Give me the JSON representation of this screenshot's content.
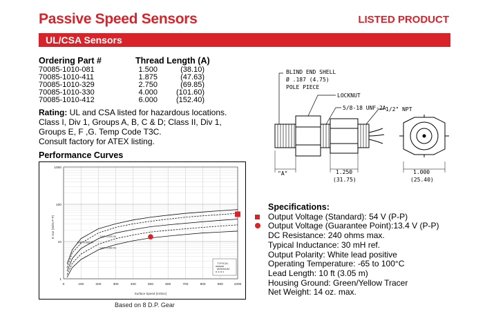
{
  "header": {
    "title": "Passive Speed Sensors",
    "listed": "LISTED PRODUCT"
  },
  "section_bar": "UL/CSA Sensors",
  "ordering": {
    "col_part": "Ordering Part #",
    "col_thread": "Thread Length (A)",
    "rows": [
      {
        "part": "70085-1010-081",
        "in": "1.500",
        "mm": "(38.10)"
      },
      {
        "part": "70085-1010-411",
        "in": "1.875",
        "mm": "(47.63)"
      },
      {
        "part": "70085-1010-329",
        "in": "2.750",
        "mm": "(69.85)"
      },
      {
        "part": "70085-1010-330",
        "in": "4.000",
        "mm": "(101.60)"
      },
      {
        "part": "70085-1010-412",
        "in": "6.000",
        "mm": "(152.40)"
      }
    ]
  },
  "rating": {
    "label": "Rating:",
    "line1": " UL and CSA listed for hazardous locations.",
    "line2": "Class I, Div 1, Groups A, B, C & D; Class II, Div 1,",
    "line3": "Groups E, F ,G. Temp Code T3C.",
    "line4": "Consult factory for ATEX listing."
  },
  "performance": {
    "title": "Performance Curves",
    "caption": "Based on 8 D.P. Gear"
  },
  "drawing": {
    "blind_end_1": "BLIND END SHELL",
    "blind_end_2": "Ø .187 (4.75)",
    "blind_end_3": "POLE PIECE",
    "locknut": "LOCKNUT",
    "thread": "5/8-18 UNF-2A",
    "npt": "1/2\" NPT",
    "dim_a": "\"A\"",
    "dim_1250": "1.250",
    "dim_3175": "(31.75)",
    "dim_1000": "1.000",
    "dim_2540": "(25.40)"
  },
  "chart_data": {
    "type": "line",
    "title": "",
    "xlabel": "Surface Speed (In/Sec)",
    "ylabel": "E Out (Volts P-P)",
    "x_ticks": [
      "0",
      "100",
      "200",
      "300",
      "400",
      "500",
      "600",
      "700",
      "800",
      "900",
      "1000"
    ],
    "y_ticks": [
      "1000",
      "100",
      "10",
      "1"
    ],
    "xlim": [
      0,
      1000
    ],
    "ylim": [
      1,
      1000
    ],
    "y_scale": "log",
    "curve_labels": [
      "GAP 0.005 IN",
      "GAP 0.020 IN",
      "GAP 0.060 IN"
    ],
    "legend": [
      "TYPICAL",
      "MINIMUM"
    ],
    "series": [
      {
        "name": "GAP 0.005 IN",
        "x": [
          20,
          50,
          100,
          200,
          300,
          400,
          500,
          600,
          700,
          800,
          900,
          1000
        ],
        "y": [
          2.5,
          6,
          12,
          22,
          30,
          38,
          45,
          51,
          57,
          62,
          67,
          72
        ]
      },
      {
        "name": "",
        "x": [
          20,
          50,
          100,
          200,
          300,
          400,
          500,
          600,
          700,
          800,
          900,
          1000
        ],
        "y": [
          2,
          5,
          9,
          17,
          24,
          30,
          35,
          40,
          45,
          49,
          53,
          57
        ]
      },
      {
        "name": "GAP 0.020 IN",
        "x": [
          20,
          50,
          100,
          200,
          300,
          400,
          500,
          600,
          700,
          800,
          900,
          1000
        ],
        "y": [
          1.6,
          3.5,
          6.5,
          12,
          17,
          21,
          25,
          28,
          31,
          34,
          37,
          40
        ]
      },
      {
        "name": "",
        "x": [
          20,
          50,
          100,
          200,
          300,
          400,
          500,
          600,
          700,
          800,
          900,
          1000
        ],
        "y": [
          1.3,
          2.6,
          4.6,
          8.5,
          12,
          15,
          18,
          20,
          22,
          24,
          26,
          28
        ]
      },
      {
        "name": "GAP 0.060 IN",
        "x": [
          20,
          50,
          100,
          200,
          300,
          400,
          500,
          600,
          700,
          800,
          900,
          1000
        ],
        "y": [
          1.1,
          2,
          3.3,
          6,
          8.3,
          10.5,
          12.5,
          14,
          15.5,
          17,
          18,
          19
        ]
      }
    ],
    "points": [
      {
        "marker": "square",
        "x": 1000,
        "y": 54,
        "color": "#d8232a"
      },
      {
        "marker": "circle",
        "x": 500,
        "y": 13.4,
        "color": "#d8232a"
      }
    ]
  },
  "specs": {
    "title": "Specifications:",
    "output_std": "Output Voltage (Standard):  54 V (P-P)",
    "output_guar": "Output Voltage (Guarantee Point):13.4 V (P-P)",
    "dc_res": "DC Resistance:  240 ohms max.",
    "inductance": "Typical Inductance:  30 mH ref.",
    "polarity": "Output Polarity:  White lead positive",
    "op_temp": "Operating Temperature:  -65 to 100°C",
    "lead_len": "Lead Length:  10 ft (3.05 m)",
    "housing": "Housing Ground:  Green/Yellow Tracer",
    "weight": "Net Weight:  14 oz. max."
  },
  "colors": {
    "brand": "#d8232a"
  }
}
